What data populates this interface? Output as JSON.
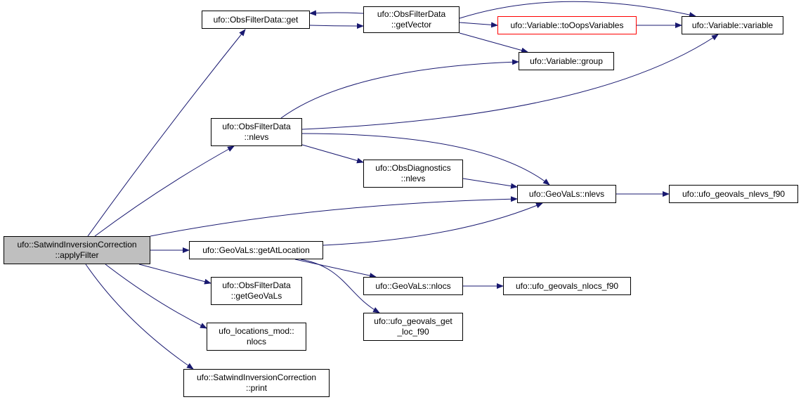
{
  "graph": {
    "nodes": {
      "apply_filter": {
        "lines": [
          "ufo::SatwindInversionCorrection",
          "::applyFilter"
        ]
      },
      "obsfilterdata_get": {
        "lines": [
          "ufo::ObsFilterData::get"
        ]
      },
      "obsfilterdata_getvector": {
        "lines": [
          "ufo::ObsFilterData",
          "::getVector"
        ]
      },
      "variable_tooopsvariables": {
        "lines": [
          "ufo::Variable::toOopsVariables"
        ],
        "border_color": "#ff0000"
      },
      "variable_variable": {
        "lines": [
          "ufo::Variable::variable"
        ]
      },
      "variable_group": {
        "lines": [
          "ufo::Variable::group"
        ]
      },
      "obsfilterdata_nlevs": {
        "lines": [
          "ufo::ObsFilterData",
          "::nlevs"
        ]
      },
      "obsdiagnostics_nlevs": {
        "lines": [
          "ufo::ObsDiagnostics",
          "::nlevs"
        ]
      },
      "geovals_nlevs": {
        "lines": [
          "ufo::GeoVaLs::nlevs"
        ]
      },
      "ufo_geovals_nlevs_f90": {
        "lines": [
          "ufo::ufo_geovals_nlevs_f90"
        ]
      },
      "geovals_getatlocation": {
        "lines": [
          "ufo::GeoVaLs::getAtLocation"
        ]
      },
      "geovals_nlocs": {
        "lines": [
          "ufo::GeoVaLs::nlocs"
        ]
      },
      "ufo_geovals_nlocs_f90": {
        "lines": [
          "ufo::ufo_geovals_nlocs_f90"
        ]
      },
      "ufo_geovals_get_loc_f90": {
        "lines": [
          "ufo::ufo_geovals_get",
          "_loc_f90"
        ]
      },
      "obsfilterdata_getgeovals": {
        "lines": [
          "ufo::ObsFilterData",
          "::getGeoVaLs"
        ]
      },
      "locations_mod_nlocs": {
        "lines": [
          "ufo_locations_mod::",
          "nlocs"
        ]
      },
      "satwind_print": {
        "lines": [
          "ufo::SatwindInversionCorrection",
          "::print"
        ]
      }
    },
    "edges": [
      {
        "from": "apply_filter",
        "to": "obsfilterdata_get"
      },
      {
        "from": "apply_filter",
        "to": "obsfilterdata_nlevs"
      },
      {
        "from": "apply_filter",
        "to": "geovals_nlevs"
      },
      {
        "from": "apply_filter",
        "to": "geovals_getatlocation"
      },
      {
        "from": "apply_filter",
        "to": "obsfilterdata_getgeovals"
      },
      {
        "from": "apply_filter",
        "to": "locations_mod_nlocs"
      },
      {
        "from": "apply_filter",
        "to": "satwind_print"
      },
      {
        "from": "obsfilterdata_get",
        "to": "obsfilterdata_getvector"
      },
      {
        "from": "obsfilterdata_getvector",
        "to": "obsfilterdata_get"
      },
      {
        "from": "obsfilterdata_getvector",
        "to": "variable_tooopsvariables"
      },
      {
        "from": "obsfilterdata_getvector",
        "to": "variable_variable"
      },
      {
        "from": "obsfilterdata_getvector",
        "to": "variable_group"
      },
      {
        "from": "variable_tooopsvariables",
        "to": "variable_variable"
      },
      {
        "from": "obsfilterdata_nlevs",
        "to": "variable_group"
      },
      {
        "from": "obsfilterdata_nlevs",
        "to": "variable_variable"
      },
      {
        "from": "obsfilterdata_nlevs",
        "to": "obsdiagnostics_nlevs"
      },
      {
        "from": "obsfilterdata_nlevs",
        "to": "geovals_nlevs"
      },
      {
        "from": "obsdiagnostics_nlevs",
        "to": "geovals_nlevs"
      },
      {
        "from": "geovals_nlevs",
        "to": "ufo_geovals_nlevs_f90"
      },
      {
        "from": "geovals_getatlocation",
        "to": "geovals_nlevs"
      },
      {
        "from": "geovals_getatlocation",
        "to": "geovals_nlocs"
      },
      {
        "from": "geovals_getatlocation",
        "to": "ufo_geovals_get_loc_f90"
      },
      {
        "from": "geovals_nlocs",
        "to": "ufo_geovals_nlocs_f90"
      }
    ],
    "colors": {
      "edge": "#191970",
      "root_fill": "#bfbfbf",
      "node_border": "#000000",
      "highlight_border": "#ff0000"
    }
  }
}
